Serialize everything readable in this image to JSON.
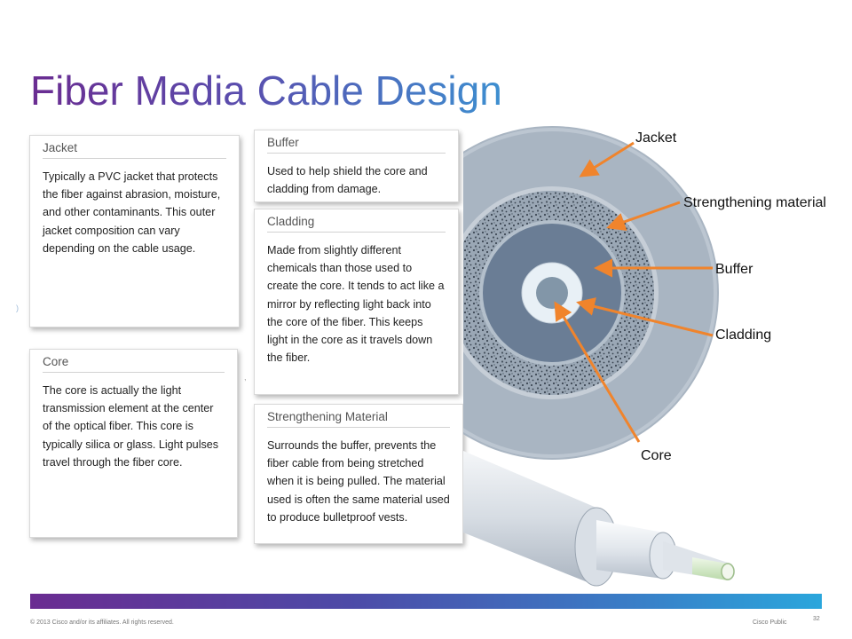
{
  "slide": {
    "title": "Fiber Media Cable Design"
  },
  "cards": {
    "jacket": {
      "title": "Jacket",
      "body": "Typically a PVC jacket that protects the fiber against abrasion, moisture, and other contaminants. This outer jacket composition can vary depending on the cable usage."
    },
    "buffer": {
      "title": "Buffer",
      "body": "Used to help shield the core and cladding from damage."
    },
    "cladding": {
      "title": "Cladding",
      "body": "Made from slightly different chemicals than those used to create the core. It tends to act like a mirror by reflecting light back into the core of the fiber. This keeps light in the core as it travels down the fiber."
    },
    "core": {
      "title": "Core",
      "body": "The core is actually the light transmission element at the center of the optical fiber. This core is typically silica or glass. Light pulses travel through the fiber core."
    },
    "strengthening": {
      "title": "Strengthening Material",
      "body": "Surrounds the buffer, prevents the fiber cable from being stretched when it is being pulled. The material used is often the same material used to produce bulletproof vests."
    }
  },
  "diagram": {
    "labels": {
      "jacket": "Jacket",
      "strengthening": "Strengthening material",
      "buffer": "Buffer",
      "cladding": "Cladding",
      "core": "Core"
    },
    "colors": {
      "jacket": "#a9b5c2",
      "strengthening": "#7f8d9b",
      "buffer": "#6a7d95",
      "cladding": "#e8f0f6",
      "core": "#8296a8",
      "arrow": "#f0842c"
    }
  },
  "footer": {
    "copyright": "© 2013 Cisco and/or its affiliates. All rights reserved.",
    "classification": "Cisco Public",
    "page_number": "32"
  }
}
